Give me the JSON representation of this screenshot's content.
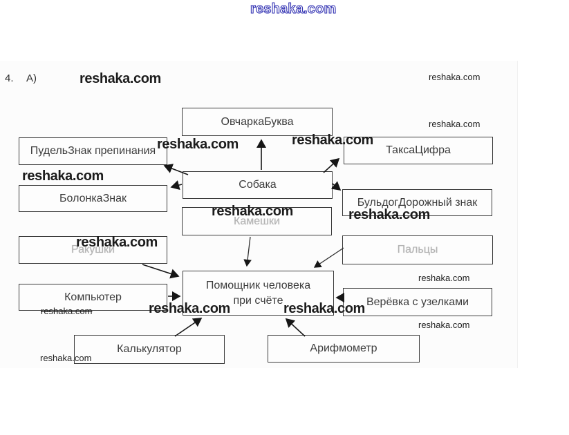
{
  "header": {
    "number": "4.",
    "letter": "А)"
  },
  "watermark": {
    "text": "reshaka.com"
  },
  "diagram": {
    "boxes": [
      {
        "id": "ovcharka-bukva",
        "label": "ОвчаркаБуква",
        "faded": false
      },
      {
        "id": "pudel-znak-prepinaniya",
        "label": "ПудельЗнак препинания",
        "faded": false
      },
      {
        "id": "taksa-tsifra",
        "label": "ТаксаЦифра",
        "faded": false
      },
      {
        "id": "sobaka",
        "label": "Собака",
        "faded": false
      },
      {
        "id": "bolonka-znak",
        "label": "БолонкаЗнак",
        "faded": false
      },
      {
        "id": "buldog-dorozhny-znak",
        "label": "БульдогДорожный знак",
        "faded": false
      },
      {
        "id": "kameshki",
        "label": "Камешки",
        "faded": true
      },
      {
        "id": "rakushki",
        "label": "Ракушки",
        "faded": true
      },
      {
        "id": "paltsy",
        "label": "Пальцы",
        "faded": true
      },
      {
        "id": "pomoshchnik",
        "label": "Помощник человека при счёте",
        "label_line1": "Помощник человека",
        "label_line2": "при счёте",
        "faded": false
      },
      {
        "id": "kompyuter",
        "label": "Компьютер",
        "faded": false
      },
      {
        "id": "veryovka-s-uzelkami",
        "label": "Верёвка с узелками",
        "faded": false
      },
      {
        "id": "kalkulyator",
        "label": "Калькулятор",
        "faded": false
      },
      {
        "id": "arifmometr",
        "label": "Арифмометр",
        "faded": false
      }
    ],
    "connections": [
      {
        "from": "Собака",
        "to": "ОвчаркаБуква"
      },
      {
        "from": "Собака",
        "to": "ПудельЗнак препинания"
      },
      {
        "from": "Собака",
        "to": "БолонкаЗнак"
      },
      {
        "from": "Собака",
        "to": "ТаксаЦифра"
      },
      {
        "from": "Собака",
        "to": "БульдогДорожный знак"
      },
      {
        "from": "Камешки",
        "to": "Помощник человека при счёте"
      },
      {
        "from": "Ракушки",
        "to": "Помощник человека при счёте"
      },
      {
        "from": "Пальцы",
        "to": "Помощник человека при счёте"
      },
      {
        "from": "Компьютер",
        "to": "Помощник человека при счёте"
      },
      {
        "from": "Верёвка с узелками",
        "to": "Помощник человека при счёте"
      },
      {
        "from": "Калькулятор",
        "to": "Помощник человека при счёте"
      },
      {
        "from": "Арифмометр",
        "to": "Помощник человека при счёте"
      }
    ]
  }
}
